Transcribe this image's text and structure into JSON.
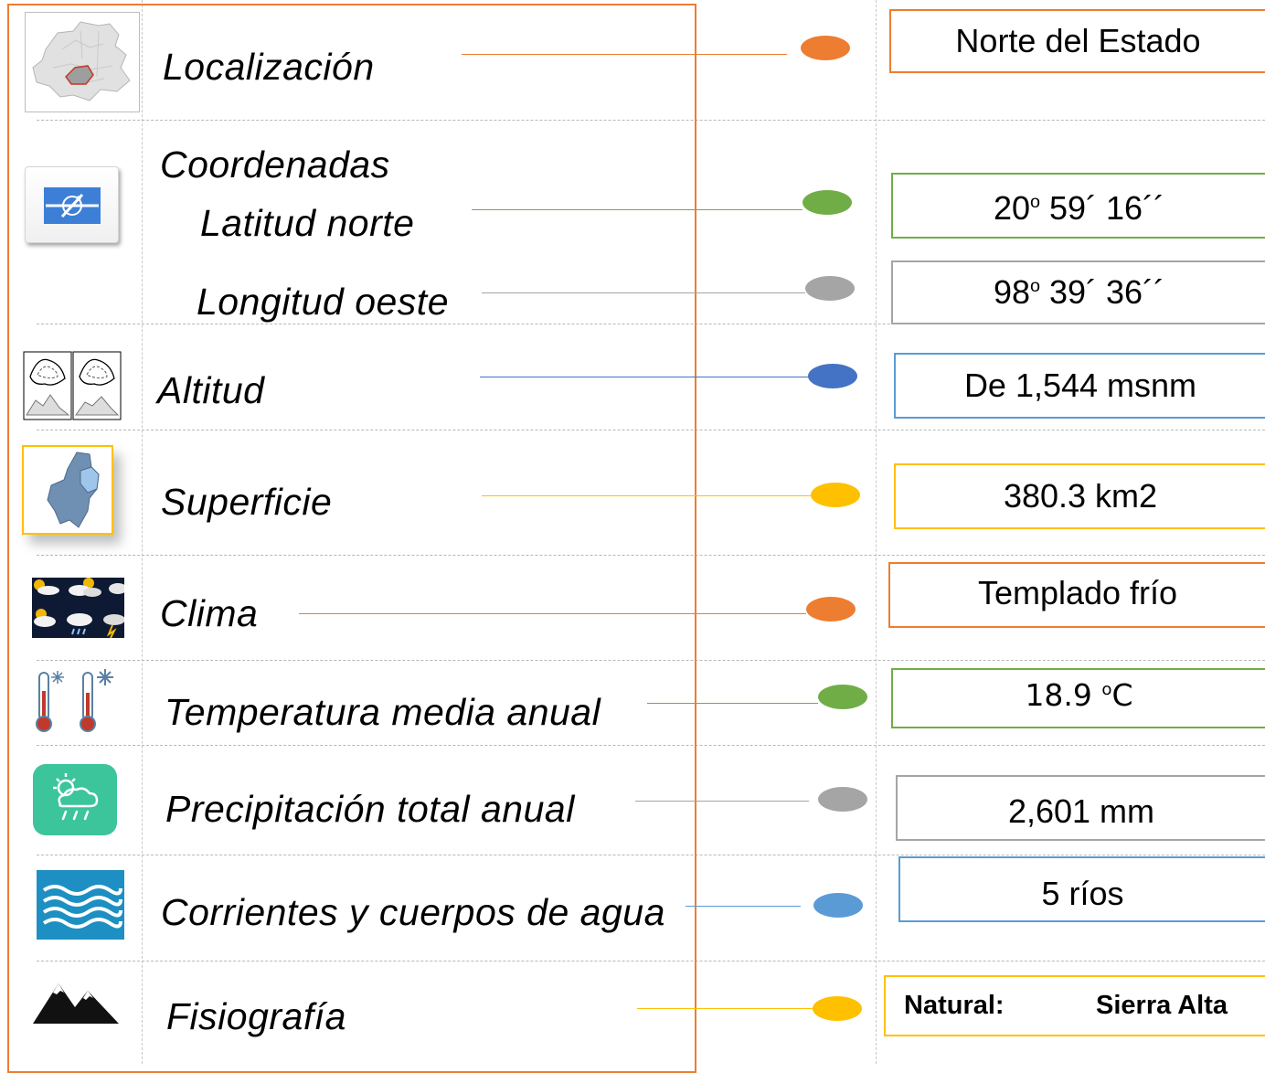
{
  "colors": {
    "orange": "#ed7d31",
    "green": "#70ad47",
    "gray": "#a5a5a5",
    "blue": "#4472c4",
    "light_blue": "#5b9bd5",
    "gold": "#ffc000"
  },
  "rows": {
    "localizacion": {
      "label": "Localización",
      "value": "Norte del Estado",
      "icon": "state-map-icon"
    },
    "coordenadas": {
      "label": "Coordenadas",
      "icon": "compass-icon"
    },
    "latitud": {
      "label": "Latitud norte",
      "deg": "20",
      "deg_mark": "o",
      "rest": " 59´ 16´´"
    },
    "longitud": {
      "label": "Longitud oeste",
      "deg": "98",
      "deg_mark": "o",
      "rest": " 39´ 36´´"
    },
    "altitud": {
      "label": "Altitud",
      "value": "De 1,544 msnm",
      "icon": "contour-map-icon"
    },
    "superficie": {
      "label": "Superficie",
      "value": "380.3 km2",
      "icon": "municipality-map-icon"
    },
    "clima": {
      "label": "Clima",
      "value": "Templado frío",
      "icon": "weather-icon"
    },
    "temperatura": {
      "label": "Temperatura media anual",
      "value_num": "18.9 ",
      "value_unit_sup": "o",
      "value_unit": "C",
      "icon": "thermometer-icon"
    },
    "precipitacion": {
      "label": "Precipitación total anual",
      "value": "2,601 mm",
      "icon": "rain-cloud-icon"
    },
    "corrientes": {
      "label": "Corrientes y cuerpos de agua",
      "value": "5 ríos",
      "icon": "water-waves-icon"
    },
    "fisiografia": {
      "label": "Fisiografía",
      "value_key": "Natural:",
      "value": "Sierra Alta",
      "icon": "mountains-icon"
    }
  }
}
